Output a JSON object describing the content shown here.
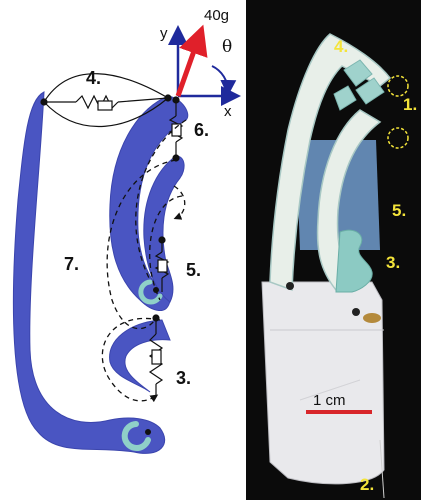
{
  "colors": {
    "link_fill": "#4a55c2",
    "link_stroke": "#3b45ad",
    "axis_color": "#1f2a9c",
    "force_color": "#e0202a",
    "scale_bar": "#d8262a",
    "photo_bg": "#0b0b0b",
    "photo_label": "#f4e43a",
    "joint_marker": "#8fd0c8"
  },
  "schematic": {
    "force_label": "40g",
    "axis_y_label": "y",
    "axis_x_label": "x",
    "angle_label": "θ",
    "labels": {
      "l3": "3.",
      "l4": "4.",
      "l5": "5.",
      "l6": "6.",
      "l7": "7."
    }
  },
  "photo": {
    "labels": {
      "p1": "1.",
      "p2": "2.",
      "p3": "3.",
      "p4": "4.",
      "p5": "5."
    },
    "scale_label": "1 cm"
  }
}
